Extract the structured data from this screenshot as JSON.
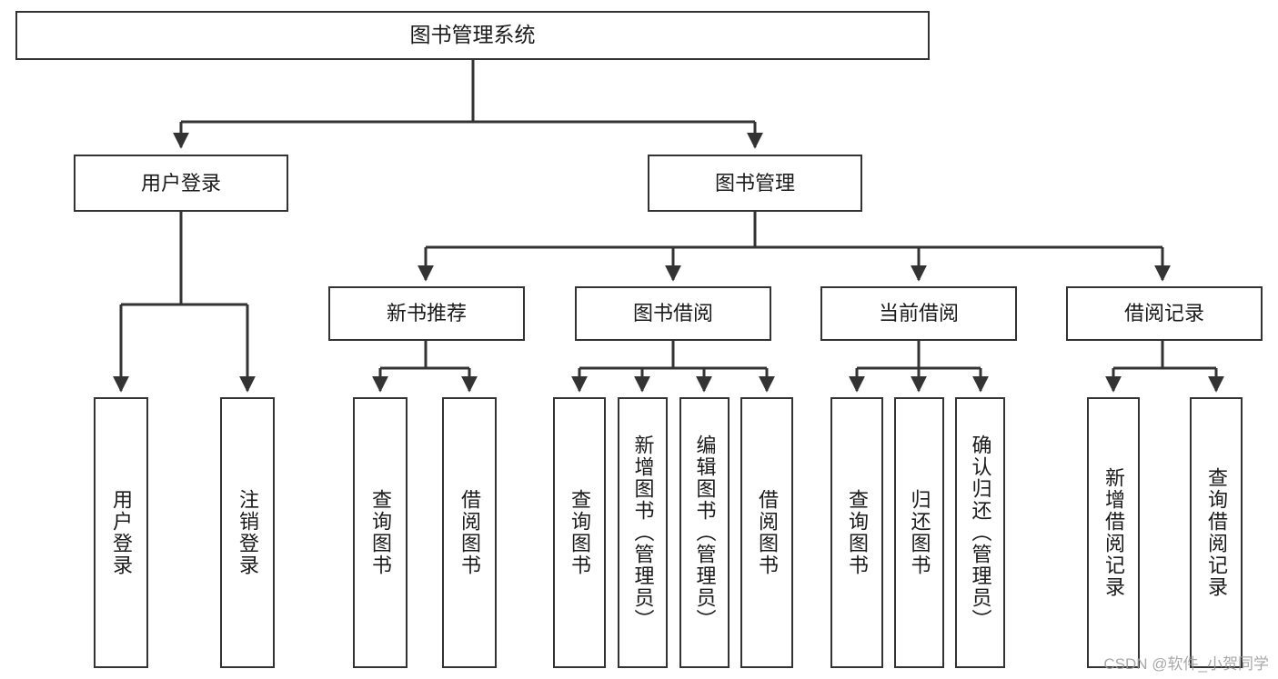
{
  "diagram": {
    "title": "图书管理系统",
    "type": "hierarchy-tree",
    "watermark": "CSDN @软件_小贺同学",
    "colors": {
      "stroke": "#333333",
      "box_fill": "#ffffff",
      "text": "#1a1a1a",
      "watermark": "#9a9a9a",
      "background": "#ffffff"
    },
    "nodes": {
      "root": {
        "label": "图书管理系统"
      },
      "level1": [
        {
          "label": "用户登录"
        },
        {
          "label": "图书管理"
        }
      ],
      "level2": [
        {
          "label": "新书推荐"
        },
        {
          "label": "图书借阅"
        },
        {
          "label": "当前借阅"
        },
        {
          "label": "借阅记录"
        }
      ],
      "leaves": {
        "user_login": [
          {
            "label": "用户登录"
          },
          {
            "label": "注销登录"
          }
        ],
        "new_book_recommend": [
          {
            "label": "查询图书"
          },
          {
            "label": "借阅图书"
          }
        ],
        "book_borrow": [
          {
            "label": "查询图书"
          },
          {
            "label": "新增图书（管理员）"
          },
          {
            "label": "编辑图书（管理员）"
          },
          {
            "label": "借阅图书"
          }
        ],
        "current_borrow": [
          {
            "label": "查询图书"
          },
          {
            "label": "归还图书"
          },
          {
            "label": "确认归还（管理员）"
          }
        ],
        "borrow_record": [
          {
            "label": "新增借阅记录"
          },
          {
            "label": "查询借阅记录"
          }
        ]
      }
    }
  }
}
